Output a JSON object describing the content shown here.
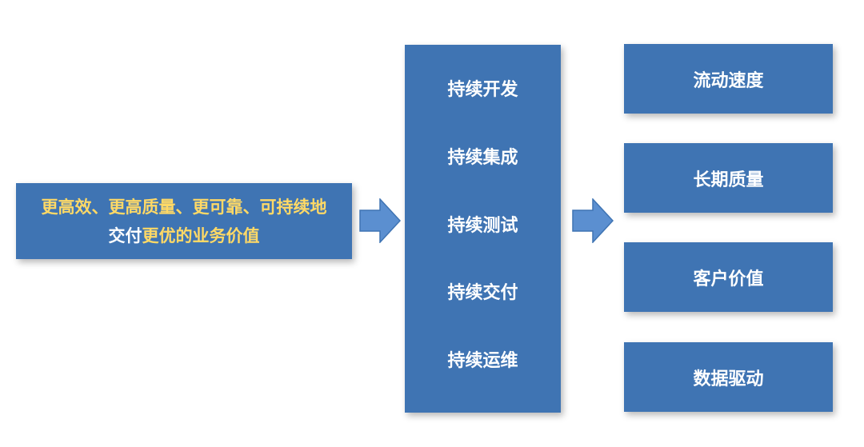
{
  "goal": {
    "line1": "更高效、更高质量、更可靠、可持续地",
    "line2_prefix": "交付",
    "line2_highlight": "更优的业务价值"
  },
  "practices": [
    "持续开发",
    "持续集成",
    "持续测试",
    "持续交付",
    "持续运维"
  ],
  "outcomes": [
    "流动速度",
    "长期质量",
    "客户价值",
    "数据驱动"
  ],
  "colors": {
    "box_fill": "#3f74b3",
    "arrow_fill": "#5b8fd0",
    "highlight_text": "#ffd966",
    "text": "#ffffff"
  }
}
